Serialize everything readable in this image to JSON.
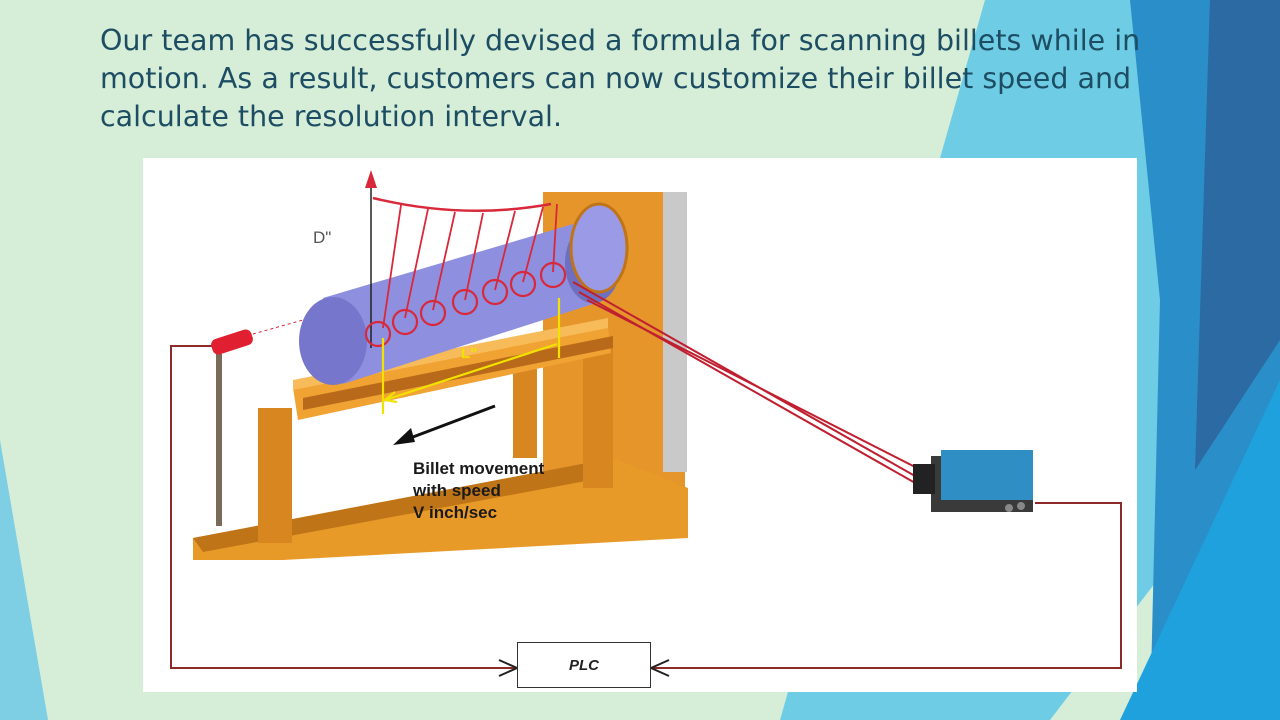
{
  "slide": {
    "headline": "Our team has successfully devised a formula for scanning billets while in motion. As a result, customers can now customize their billet speed and calculate the resolution interval."
  },
  "diagram": {
    "labels": {
      "diameter": "D\"",
      "length": "L\""
    },
    "caption_lines": [
      "Billet movement",
      "with speed",
      "V inch/sec"
    ],
    "plc_label": "PLC"
  },
  "colors": {
    "background": "#d6eed8",
    "text": "#1d4d63",
    "billet": "#8f8fe0",
    "frame": "#e89a28",
    "scan": "#d8283a",
    "camera": "#2f8fc4",
    "accent_teal": "#5cc7e6",
    "accent_blue": "#2a7fc0"
  }
}
